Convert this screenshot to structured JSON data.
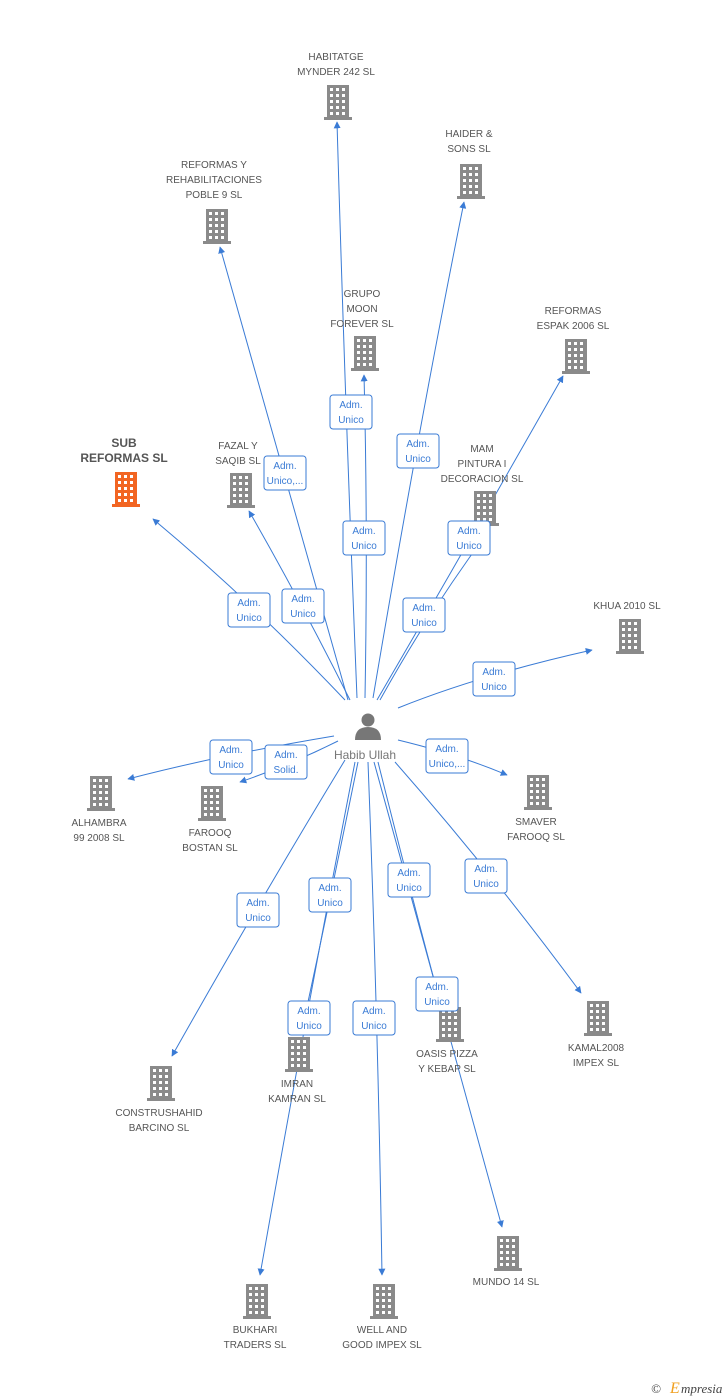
{
  "center": {
    "label": "Habib Ullah",
    "icon": "person-icon"
  },
  "colors": {
    "edge": "#3a7bd5",
    "building": "#8a8a8a",
    "highlight": "#f26522",
    "text": "#555555"
  },
  "companies": [
    {
      "id": "habitatge",
      "lines": [
        "HABITATGE",
        "MYNDER 242 SL"
      ]
    },
    {
      "id": "haider",
      "lines": [
        "HAIDER &",
        "SONS SL"
      ]
    },
    {
      "id": "reformas-rehab",
      "lines": [
        "REFORMAS Y",
        "REHABILITACIONES",
        "POBLE 9 SL"
      ]
    },
    {
      "id": "grupo-moon",
      "lines": [
        "GRUPO",
        "MOON",
        "FOREVER SL"
      ]
    },
    {
      "id": "reformas-espak",
      "lines": [
        "REFORMAS",
        "ESPAK 2006 SL"
      ]
    },
    {
      "id": "sub-reformas",
      "lines": [
        "SUB",
        "REFORMAS SL"
      ],
      "highlight": true
    },
    {
      "id": "fazal",
      "lines": [
        "FAZAL Y",
        "SAQIB SL"
      ]
    },
    {
      "id": "mam",
      "lines": [
        "MAM",
        "PINTURA I",
        "DECORACION SL"
      ]
    },
    {
      "id": "khua",
      "lines": [
        "KHUA 2010 SL"
      ]
    },
    {
      "id": "alhambra",
      "lines": [
        "ALHAMBRA",
        "99 2008 SL"
      ]
    },
    {
      "id": "farooq-bostan",
      "lines": [
        "FAROOQ",
        "BOSTAN SL"
      ]
    },
    {
      "id": "smaver",
      "lines": [
        "SMAVER",
        "FAROOQ SL"
      ]
    },
    {
      "id": "construshahid",
      "lines": [
        "CONSTRUSHAHID",
        "BARCINO SL"
      ]
    },
    {
      "id": "imran",
      "lines": [
        "IMRAN",
        "KAMRAN SL"
      ]
    },
    {
      "id": "oasis",
      "lines": [
        "OASIS PIZZA",
        "Y KEBAP SL"
      ]
    },
    {
      "id": "kamal",
      "lines": [
        "KAMAL2008",
        "IMPEX SL"
      ]
    },
    {
      "id": "mundo",
      "lines": [
        "MUNDO 14 SL"
      ]
    },
    {
      "id": "bukhari",
      "lines": [
        "BUKHARI",
        "TRADERS SL"
      ]
    },
    {
      "id": "well-good",
      "lines": [
        "WELL AND",
        "GOOD IMPEX SL"
      ]
    }
  ],
  "relations": [
    {
      "to": "habitatge",
      "label": [
        "Adm.",
        "Unico"
      ]
    },
    {
      "to": "haider",
      "label": [
        "Adm.",
        "Unico"
      ]
    },
    {
      "to": "reformas-rehab",
      "label": [
        "Adm.",
        "Unico,..."
      ]
    },
    {
      "to": "grupo-moon",
      "label": [
        "Adm.",
        "Unico"
      ]
    },
    {
      "to": "reformas-espak",
      "label": [
        "Adm.",
        "Unico"
      ]
    },
    {
      "to": "sub-reformas",
      "label": [
        "Adm.",
        "Unico"
      ]
    },
    {
      "to": "fazal",
      "label": [
        "Adm.",
        "Unico"
      ]
    },
    {
      "to": "mam",
      "label": [
        "Adm.",
        "Unico"
      ]
    },
    {
      "to": "khua",
      "label": [
        "Adm.",
        "Unico"
      ]
    },
    {
      "to": "alhambra",
      "label": [
        "Adm.",
        "Unico"
      ]
    },
    {
      "to": "farooq-bostan",
      "label": [
        "Adm.",
        "Solid."
      ]
    },
    {
      "to": "smaver",
      "label": [
        "Adm.",
        "Unico,..."
      ]
    },
    {
      "to": "construshahid",
      "label": [
        "Adm.",
        "Unico"
      ]
    },
    {
      "to": "imran",
      "label": [
        "Adm.",
        "Unico"
      ]
    },
    {
      "to": "oasis",
      "label": [
        "Adm.",
        "Unico"
      ]
    },
    {
      "to": "kamal",
      "label": [
        "Adm.",
        "Unico"
      ]
    },
    {
      "to": "mundo",
      "label": [
        "Adm.",
        "Unico"
      ]
    },
    {
      "to": "bukhari",
      "label": [
        "Adm.",
        "Unico"
      ]
    },
    {
      "to": "well-good",
      "label": [
        "Adm.",
        "Unico"
      ]
    }
  ],
  "footer": {
    "copyright": "©",
    "brand_initial": "E",
    "brand_rest": "mpresia"
  }
}
